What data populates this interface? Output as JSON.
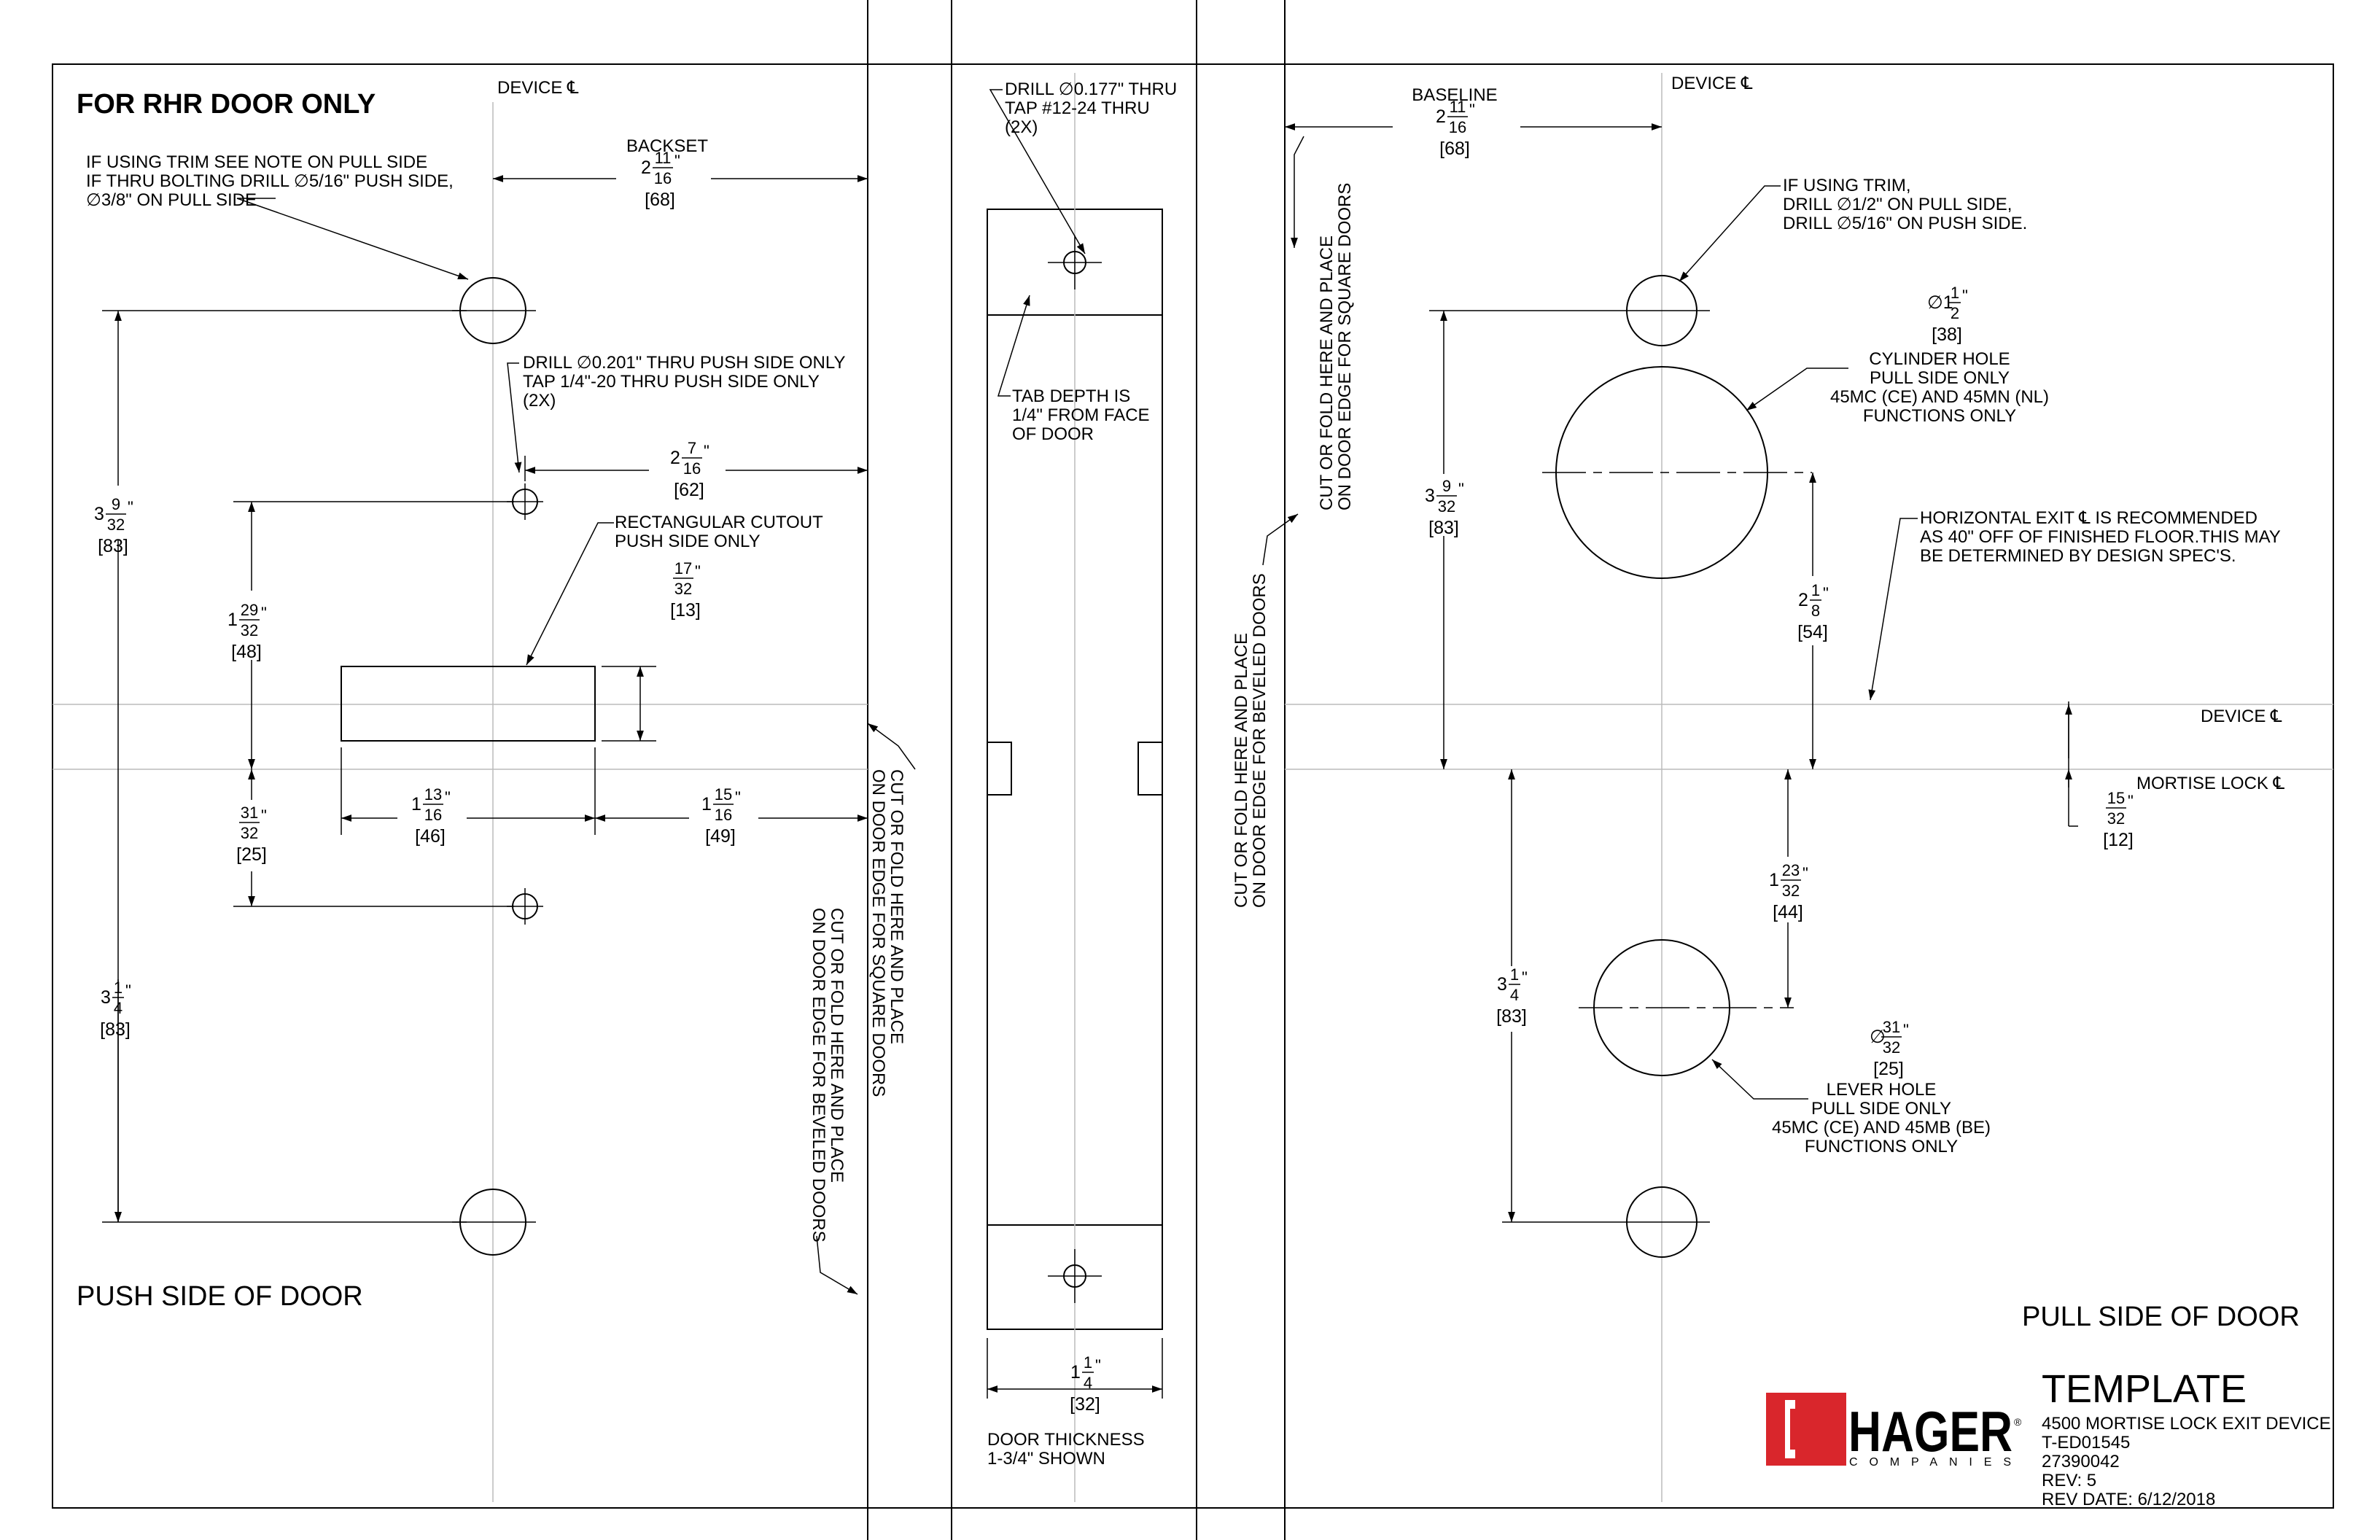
{
  "brand": {
    "name": "HAGER",
    "sub": "COMPANIES",
    "color": "#d9262c"
  },
  "title_block": {
    "title": "TEMPLATE",
    "product": "4500 MORTISE LOCK EXIT DEVICE",
    "doc": "T-ED01545",
    "part": "27390042",
    "rev": "REV: 5",
    "date": "REV DATE: 6/12/2018"
  },
  "push": {
    "header": "FOR RHR DOOR ONLY",
    "side_label": "PUSH SIDE OF DOOR",
    "device_cl": "DEVICE ℄",
    "backset": "BACKSET",
    "note_trim": [
      "IF USING TRIM SEE NOTE ON PULL SIDE",
      "IF THRU BOLTING DRILL  ∅5/16\" PUSH SIDE,",
      "∅3/8\" ON PULL SIDE"
    ],
    "note_drill": [
      "DRILL  ∅0.201\" THRU PUSH SIDE ONLY",
      "TAP 1/4\"-20 THRU PUSH SIDE ONLY",
      "(2X)"
    ],
    "note_cutout": [
      "RECTANGULAR CUTOUT",
      "PUSH SIDE ONLY"
    ],
    "cut_square": [
      "CUT OR FOLD HERE AND PLACE",
      "ON DOOR EDGE FOR SQUARE DOORS"
    ],
    "cut_bevel": [
      "CUT OR FOLD HERE AND PLACE",
      "ON DOOR EDGE FOR BEVELED DOORS"
    ],
    "dims": {
      "backset": {
        "whole": "2",
        "num": "11",
        "den": "16",
        "mm": "[68]"
      },
      "d62": {
        "whole": "2",
        "num": "7",
        "den": "16",
        "mm": "[62]"
      },
      "d13": {
        "whole": "",
        "num": "17",
        "den": "32",
        "mm": "[13]"
      },
      "d83a": {
        "whole": "3",
        "num": "9",
        "den": "32",
        "mm": "[83]"
      },
      "d48": {
        "whole": "1",
        "num": "29",
        "den": "32",
        "mm": "[48]"
      },
      "d25": {
        "whole": "",
        "num": "31",
        "den": "32",
        "mm": "[25]"
      },
      "d83b": {
        "whole": "3",
        "num": "1",
        "den": "4",
        "mm": "[83]"
      },
      "d46": {
        "whole": "1",
        "num": "13",
        "den": "16",
        "mm": "[46]"
      },
      "d49": {
        "whole": "1",
        "num": "15",
        "den": "16",
        "mm": "[49]"
      }
    }
  },
  "edge": {
    "note_drill": [
      "DRILL  ∅0.177\" THRU",
      "TAP #12-24 THRU",
      "(2X)"
    ],
    "note_tab": [
      "TAB DEPTH IS",
      "1/4\" FROM FACE",
      "OF DOOR"
    ],
    "door_thickness": [
      "DOOR THICKNESS",
      "1-3/4\" SHOWN"
    ],
    "d32": {
      "whole": "1",
      "num": "1",
      "den": "4",
      "mm": "[32]"
    }
  },
  "pull": {
    "side_label": "PULL SIDE OF DOOR",
    "device_cl": "DEVICE ℄",
    "device_cl_h": "DEVICE ℄",
    "mortise_cl": "MORTISE LOCK ℄",
    "baseline": "BASELINE",
    "note_trim": [
      "IF USING TRIM,",
      "DRILL  ∅1/2\" ON PULL SIDE,",
      "DRILL  ∅5/16\" ON PUSH SIDE."
    ],
    "note_cyl": [
      "CYLINDER HOLE",
      "PULL SIDE ONLY",
      "45MC (CE) AND 45MN (NL)",
      "FUNCTIONS ONLY"
    ],
    "note_exit": [
      "HORIZONTAL EXIT ℄ IS RECOMMENDED",
      "AS 40\" OFF OF FINISHED FLOOR.THIS MAY",
      "BE DETERMINED BY DESIGN SPEC'S."
    ],
    "note_lever": [
      "LEVER HOLE",
      "PULL SIDE ONLY",
      "45MC (CE) AND 45MB (BE)",
      "FUNCTIONS ONLY"
    ],
    "cut_square": [
      "CUT OR FOLD HERE AND PLACE",
      "ON DOOR EDGE FOR SQUARE DOORS"
    ],
    "cut_bevel": [
      "CUT OR FOLD HERE AND PLACE",
      "ON DOOR EDGE FOR BEVELED DOORS"
    ],
    "dims": {
      "baseline": {
        "whole": "2",
        "num": "11",
        "den": "16",
        "mm": "[68]"
      },
      "d38": {
        "whole": "∅1",
        "num": "1",
        "den": "2",
        "mm": "[38]"
      },
      "d83a": {
        "whole": "3",
        "num": "9",
        "den": "32",
        "mm": "[83]"
      },
      "d54": {
        "whole": "2",
        "num": "1",
        "den": "8",
        "mm": "[54]"
      },
      "d12": {
        "whole": "",
        "num": "15",
        "den": "32",
        "mm": "[12]"
      },
      "d44": {
        "whole": "1",
        "num": "23",
        "den": "32",
        "mm": "[44]"
      },
      "d83b": {
        "whole": "3",
        "num": "1",
        "den": "4",
        "mm": "[83]"
      },
      "d25": {
        "whole": "∅",
        "num": "31",
        "den": "32",
        "mm": "[25]"
      }
    }
  }
}
